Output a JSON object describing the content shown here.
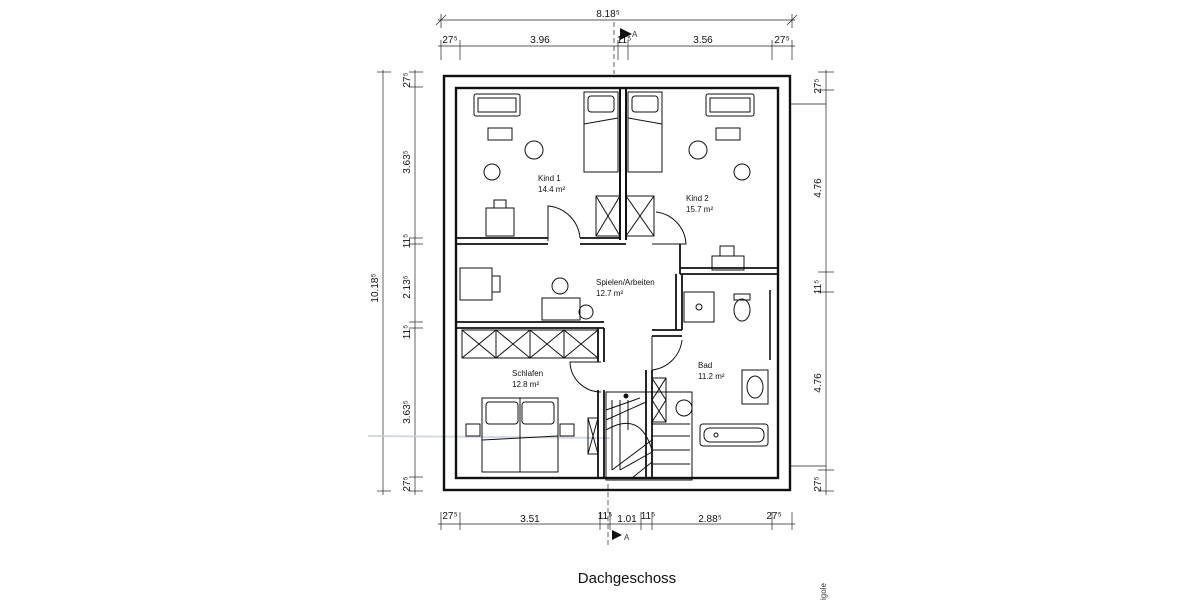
{
  "title": "Dachgeschoss",
  "corner_text": "igole",
  "section_marks": {
    "top": "A",
    "bottom": "A"
  },
  "dimensions": {
    "top_total": "8.18⁵",
    "top_segments": [
      "27⁵",
      "3.96",
      "11⁵",
      "3.56",
      "27⁵"
    ],
    "bottom_segments": [
      "27⁵",
      "3.51",
      "11⁵",
      "1.01",
      "11⁵",
      "2.88⁵",
      "27⁵"
    ],
    "left_total": "10.18⁵",
    "left_segments": [
      "27⁵",
      "3.63⁵",
      "11⁵",
      "2.13⁵",
      "11⁵",
      "3.63⁵",
      "27⁵"
    ],
    "right_segments": [
      "27⁵",
      "4.76",
      "11⁵",
      "4.76",
      "27⁵"
    ]
  },
  "rooms": [
    {
      "id": "kind1",
      "name": "Kind 1",
      "area": "14.4 m²"
    },
    {
      "id": "kind2",
      "name": "Kind 2",
      "area": "15.7 m²"
    },
    {
      "id": "spielen",
      "name": "Spielen/Arbeiten",
      "area": "12.7 m²"
    },
    {
      "id": "schlafen",
      "name": "Schlafen",
      "area": "12.8 m²"
    },
    {
      "id": "bad",
      "name": "Bad",
      "area": "11.2 m²"
    }
  ]
}
